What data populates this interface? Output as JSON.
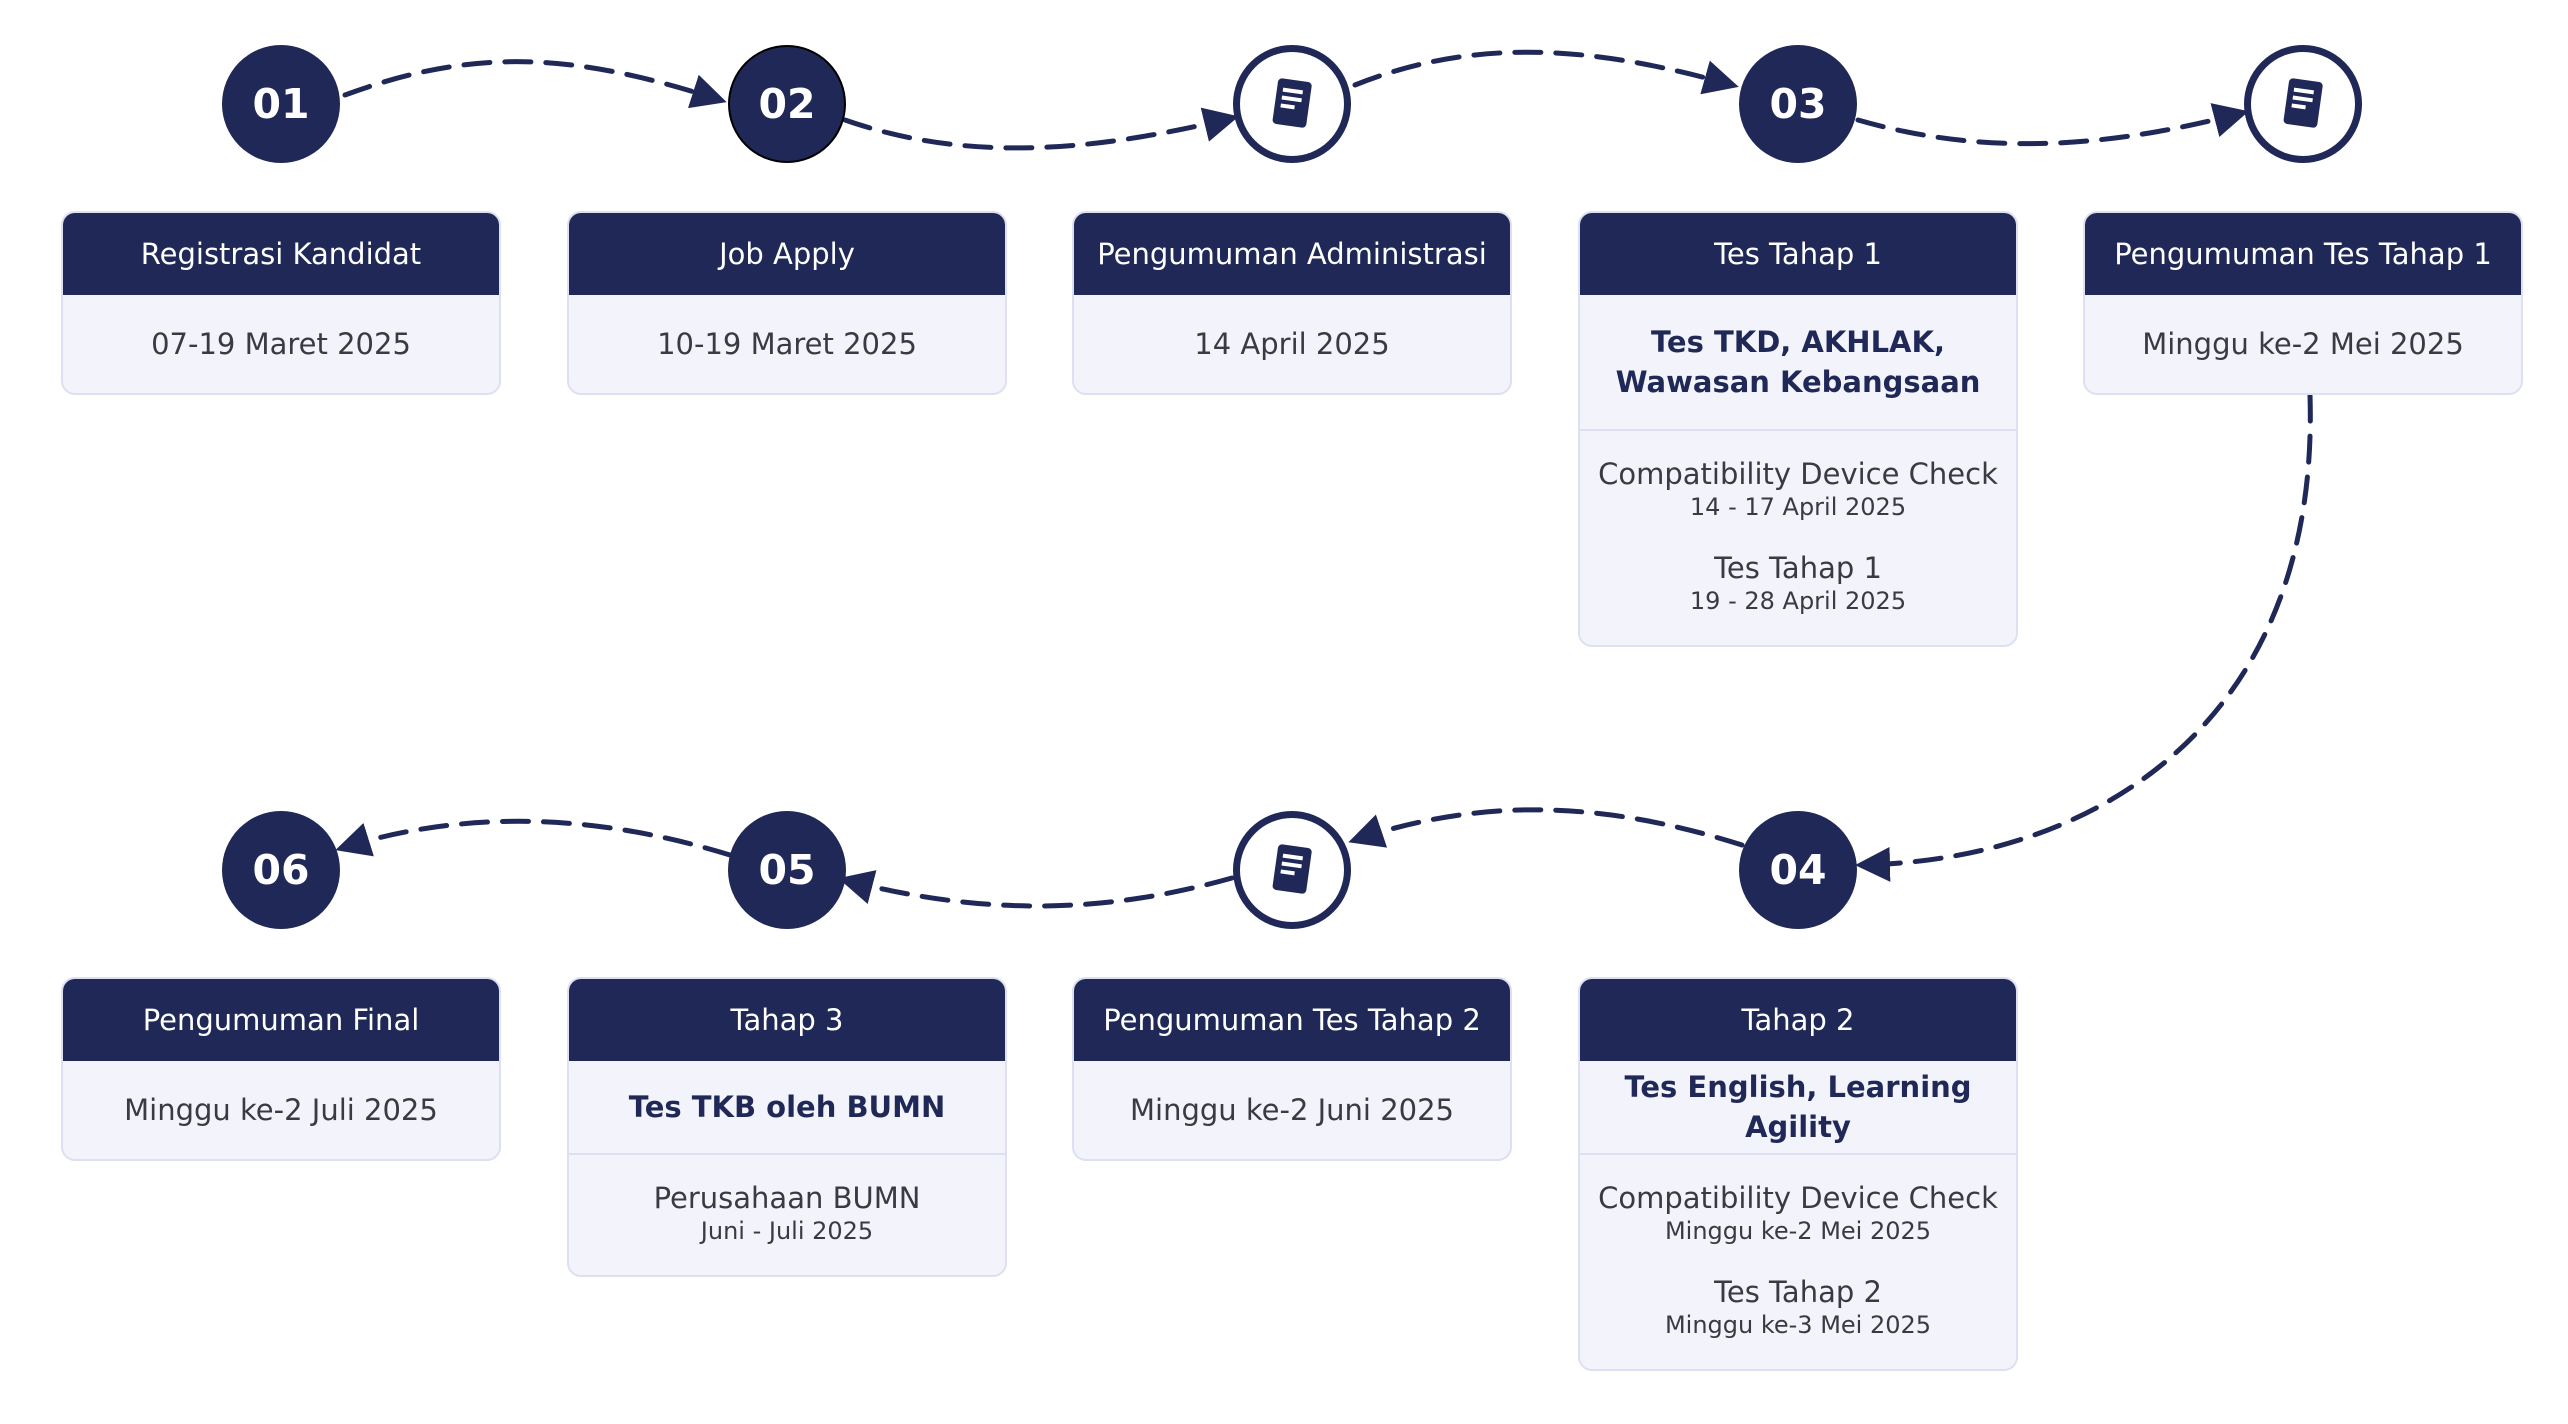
{
  "colors": {
    "navy": "#1f2857",
    "card_bg": "#f3f4fb",
    "card_border": "#dde0f0"
  },
  "steps": [
    {
      "badge": "01",
      "title": "Registrasi Kandidat",
      "date": "07-19 Maret 2025"
    },
    {
      "badge": "02",
      "title": "Job Apply",
      "date": "10-19 Maret 2025"
    },
    {
      "badge_icon": "document-icon",
      "title": "Pengumuman Administrasi",
      "date": "14 April 2025"
    },
    {
      "badge": "03",
      "title": "Tes Tahap 1",
      "subtitle": "Tes TKD, AKHLAK, Wawasan Kebangsaan",
      "items": [
        {
          "title": "Compatibility Device Check",
          "date": "14 - 17 April 2025"
        },
        {
          "title": "Tes Tahap 1",
          "date": "19 - 28 April 2025"
        }
      ]
    },
    {
      "badge_icon": "document-icon",
      "title": "Pengumuman Tes Tahap 1",
      "date": "Minggu ke-2 Mei 2025"
    },
    {
      "badge": "04",
      "title": "Tahap 2",
      "subtitle": "Tes English, Learning Agility",
      "items": [
        {
          "title": "Compatibility Device Check",
          "date": "Minggu ke-2 Mei 2025"
        },
        {
          "title": "Tes Tahap 2",
          "date": "Minggu ke-3 Mei 2025"
        }
      ]
    },
    {
      "badge_icon": "document-icon",
      "title": "Pengumuman Tes Tahap 2",
      "date": "Minggu ke-2 Juni 2025"
    },
    {
      "badge": "05",
      "title": "Tahap 3",
      "subtitle": "Tes TKB oleh BUMN",
      "items": [
        {
          "title": "Perusahaan BUMN",
          "date": "Juni - Juli 2025"
        }
      ]
    },
    {
      "badge": "06",
      "title": "Pengumuman Final",
      "date": "Minggu ke-2 Juli 2025"
    }
  ]
}
